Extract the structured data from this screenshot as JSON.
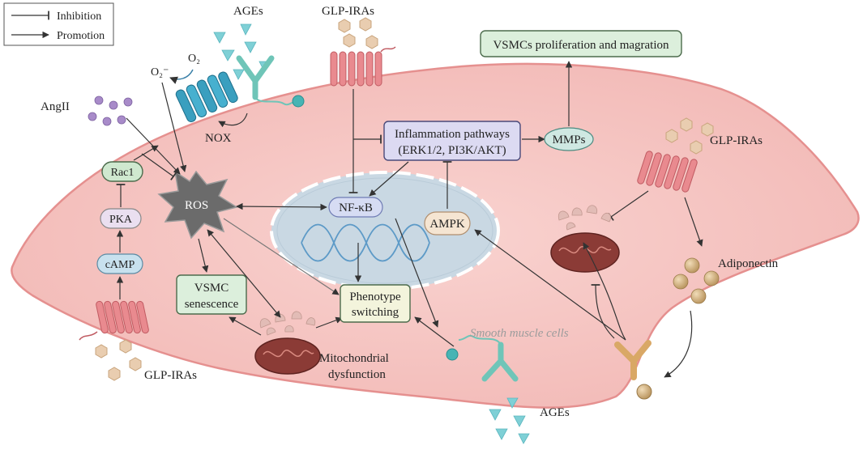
{
  "legend": {
    "inhibition": "Inhibition",
    "promotion": "Promotion"
  },
  "labels": {
    "ages_top": "AGEs",
    "ages_bottom": "AGEs",
    "glp_top": "GLP-IRAs",
    "glp_right": "GLP-IRAs",
    "glp_bottom": "GLP-IRAs",
    "o2": "O₂",
    "o2_minus": "O₂⁻",
    "angii": "AngII",
    "nox": "NOX",
    "ros": "ROS",
    "nfkb": "NF-κB",
    "ampk": "AMPK",
    "mmps": "MMPs",
    "inflam_line1": "Inflammation pathways",
    "inflam_line2": "(ERK1/2, PI3K/AKT)",
    "vsmc_prolif": "VSMCs proliferation and magration",
    "rac1": "Rac1",
    "pka": "PKA",
    "camp": "cAMP",
    "vsmc_sen_line1": "VSMC",
    "vsmc_sen_line2": "senescence",
    "phenotype_line1": "Phenotype",
    "phenotype_line2": "switching",
    "mito_line1": "Mitochondrial",
    "mito_line2": "dysfunction",
    "adiponectin": "Adiponectin",
    "smooth_muscle": "Smooth muscle cells"
  },
  "colors": {
    "cell_fill": "#f5c4c2",
    "cell_stroke": "#e5908f",
    "nucleus_fill": "#c9d8e3",
    "green_box": "#dcefdc",
    "green_stroke": "#4c6b4c",
    "purple_box": "#dcdaf2",
    "receptor_pink": "#e98a8f",
    "nox_blue": "#3a9fbf",
    "teal": "#6fc5b8",
    "ages_tri": "#7fd0d6",
    "hexagon": "#e9cdb0",
    "angii": "#a88bc9",
    "adipo": "#c9a873",
    "mito": "#8b3b36"
  }
}
